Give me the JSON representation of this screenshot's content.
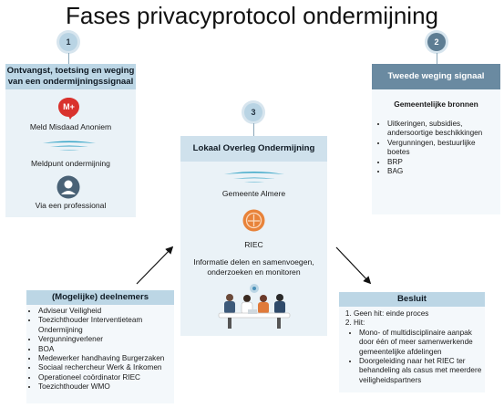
{
  "title": "Fases privacyprotocol ondermijning",
  "steps": {
    "one": "1",
    "two": "2",
    "three": "3"
  },
  "box1": {
    "heading": "Ontvangst, toetsing en weging van een ondermijningssignaal",
    "sources": [
      "Meld Misdaad Anoniem",
      "Meldpunt ondermijning",
      "Via een professional"
    ],
    "mma_logo_text": "M+"
  },
  "box2": {
    "heading": "Tweede weging signaal",
    "subheading": "Gemeentelijke bronnen",
    "items": [
      "Uitkeringen, subsidies, andersoortige beschikkingen",
      "Vergunningen, bestuurlijke boetes",
      "BRP",
      "BAG"
    ]
  },
  "box3": {
    "heading": "Lokaal Overleg Ondermijning",
    "members": [
      "Gemeente Almere",
      "RIEC"
    ],
    "description": "Informatie delen en samenvoegen, onderzoeken en monitoren"
  },
  "participants": {
    "heading": "(Mogelijke) deelnemers",
    "items": [
      "Adviseur Veiligheid",
      "Toezichthouder Interventieteam Ondermijning",
      "Vergunningverlener",
      "BOA",
      "Medewerker handhaving Burgerzaken",
      "Sociaal rechercheur Werk & Inkomen",
      "Operationeel coördinator RIEC",
      "Toezichthouder WMO"
    ]
  },
  "decision": {
    "heading": "Besluit",
    "first": "Geen hit: einde proces",
    "second": "Hit:",
    "sub_items": [
      "Mono- of multidisciplinaire aanpak door één of meer samenwerkende gemeentelijke afdelingen",
      "Doorgeleiding naar het RIEC ter behandeling als casus met meerdere veiligheidspartners"
    ]
  },
  "colors": {
    "accent_light": "#bcd6e5",
    "accent_dark": "#6a8aa1",
    "mma_red": "#d9322d",
    "riec_orange": "#e8833a"
  }
}
